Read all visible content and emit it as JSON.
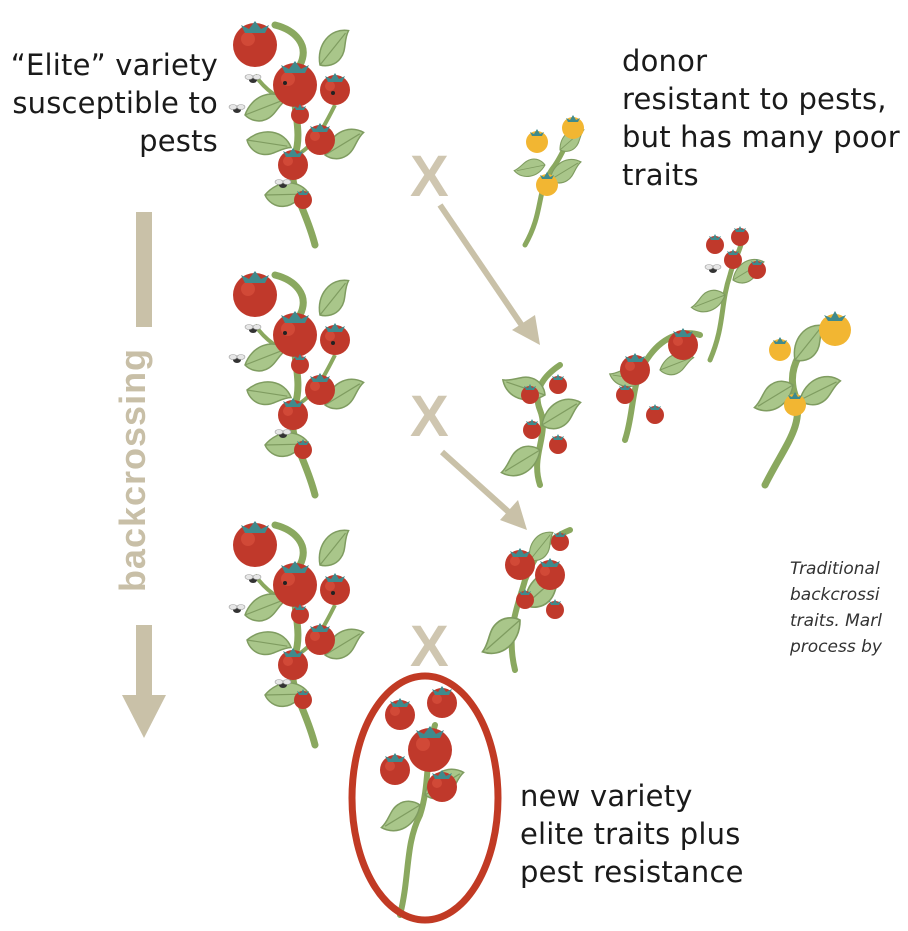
{
  "labels": {
    "elite": [
      "“Elite” variety",
      "susceptible to",
      "pests"
    ],
    "donor": [
      "donor",
      "resistant to pests,",
      "but has many poor",
      "traits"
    ],
    "new_variety": [
      "new variety",
      "elite traits plus",
      "pest resistance"
    ],
    "backcrossing": "backcrossing",
    "cross_symbol": "X"
  },
  "caption": [
    "Traditional",
    "backcrossi",
    "traits. Marl",
    "process by"
  ],
  "colors": {
    "tomato": "#c0392b",
    "tomato_light": "#d9503d",
    "yellow_fruit": "#f2b632",
    "stem": "#8aa85f",
    "leaf": "#a9c68a",
    "calyx": "#3f8a8c",
    "arrow": "#c9c1a8",
    "ring": "#c13a24"
  }
}
